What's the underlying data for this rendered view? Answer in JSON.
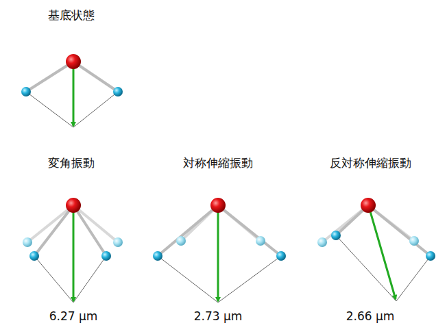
{
  "diagram": {
    "labels": [
      "基底状態",
      "変角振動",
      "対称伸縮振動",
      "反対称伸縮振動",
      "6.27 μm",
      "2.73 μm",
      "2.66 μm"
    ]
  }
}
